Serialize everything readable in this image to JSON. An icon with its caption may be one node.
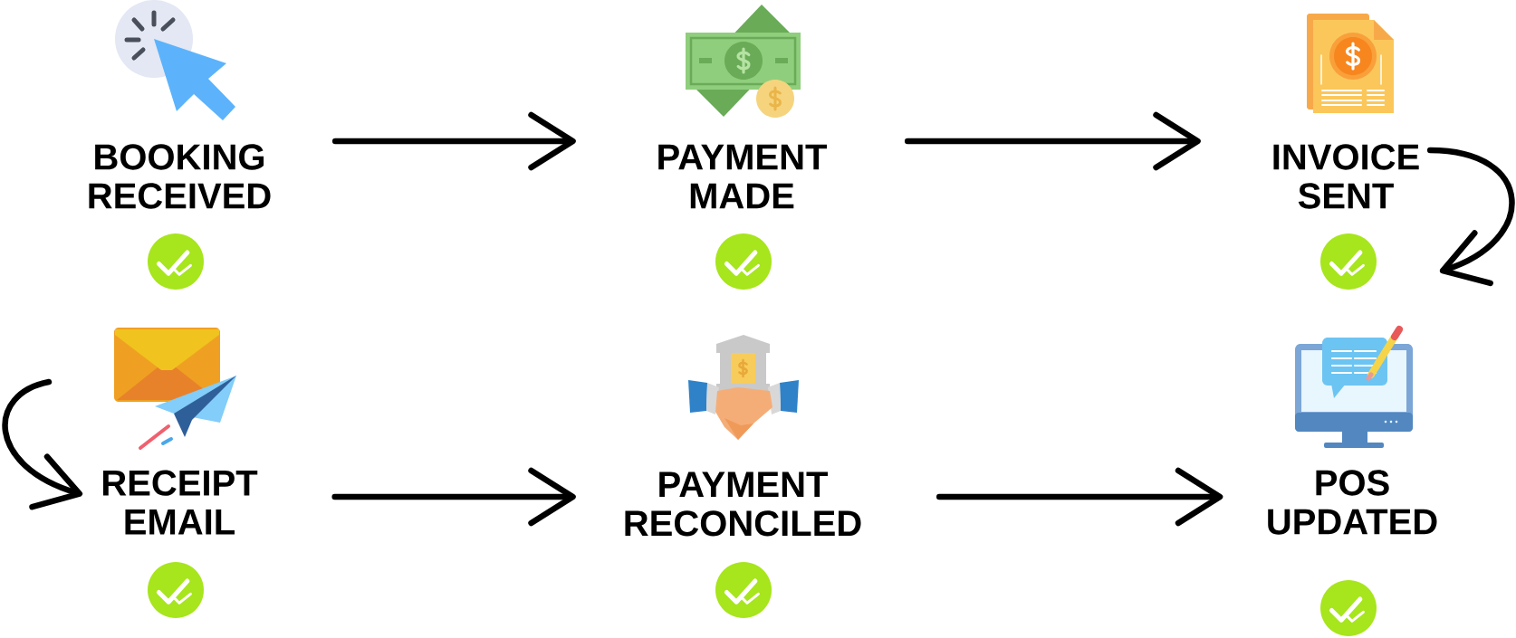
{
  "diagram": {
    "nodes": [
      {
        "text": [
          "BOOKING RECEIVED"
        ]
      },
      {
        "text": [
          "PAYMENT MADE"
        ]
      },
      {
        "text": [
          "INVOICE SENT"
        ]
      },
      {
        "text": [
          "RECEIPT EMAIL"
        ]
      },
      {
        "text": [
          "PAYMENT RECONCILED"
        ]
      },
      {
        "text": [
          "POS UPDATED"
        ]
      }
    ],
    "edges": [
      {
        "from": 0,
        "to": 1,
        "arrow": "to"
      },
      {
        "from": 1,
        "to": 2,
        "arrow": "to"
      },
      {
        "from": 2,
        "to": null,
        "arrow": "to"
      },
      {
        "from": null,
        "to": 3,
        "arrow": "to"
      },
      {
        "from": 3,
        "to": 4,
        "arrow": "to"
      },
      {
        "from": 4,
        "to": 5,
        "arrow": "to"
      }
    ]
  }
}
